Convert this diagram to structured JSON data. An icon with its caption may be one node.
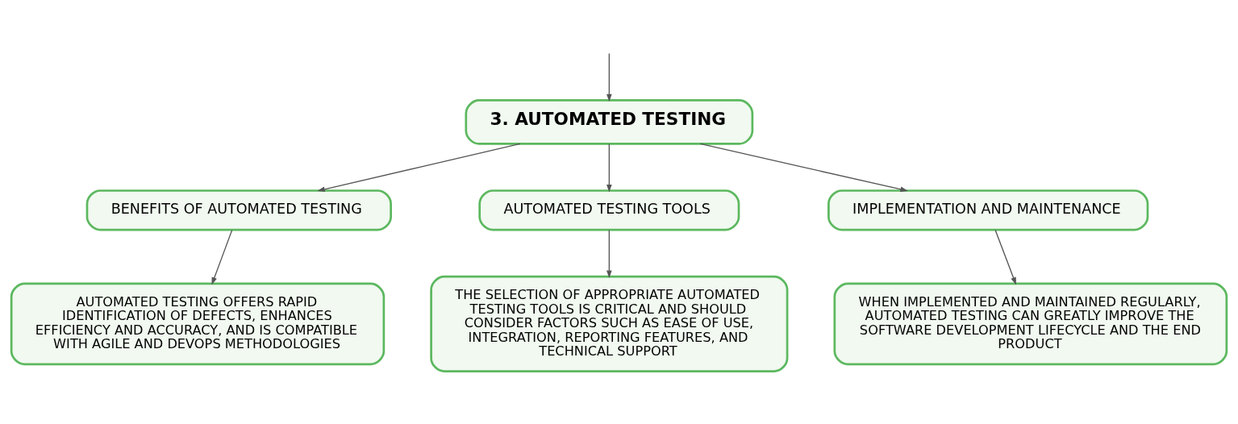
{
  "diagram": {
    "nodes": [
      {
        "text": [
          "3. AUTOMATED TESTING"
        ]
      },
      {
        "text": [
          "BENEFITS OF AUTOMATED TESTING"
        ]
      },
      {
        "text": [
          "AUTOMATED TESTING TOOLS"
        ]
      },
      {
        "text": [
          "IMPLEMENTATION AND MAINTENANCE"
        ]
      },
      {
        "text": [
          "AUTOMATED TESTING OFFERS RAPID IDENTIFICATION OF DEFECTS, ENHANCES EFFICIENCY AND ACCURACY, AND IS COMPATIBLE WITH AGILE AND DEVOPS METHODOLOGIES"
        ]
      },
      {
        "text": [
          "THE SELECTION OF APPROPRIATE AUTOMATED TESTING TOOLS IS CRITICAL AND SHOULD CONSIDER FACTORS SUCH AS EASE OF USE, INTEGRATION, REPORTING FEATURES, AND TECHNICAL SUPPORT"
        ]
      },
      {
        "text": [
          "WHEN IMPLEMENTED AND MAINTAINED REGULARLY, AUTOMATED TESTING CAN GREATLY IMPROVE THE SOFTWARE DEVELOPMENT LIFECYCLE AND THE END PRODUCT"
        ]
      }
    ],
    "edges": [
      {
        "from": null,
        "to": 0,
        "arrow": "to"
      },
      {
        "from": 0,
        "to": 1,
        "arrow": "to"
      },
      {
        "from": 0,
        "to": 2,
        "arrow": "to"
      },
      {
        "from": 0,
        "to": 3,
        "arrow": "to"
      },
      {
        "from": 1,
        "to": 4,
        "arrow": "to"
      },
      {
        "from": 2,
        "to": 5,
        "arrow": "to"
      },
      {
        "from": 3,
        "to": 6,
        "arrow": "to"
      }
    ]
  }
}
